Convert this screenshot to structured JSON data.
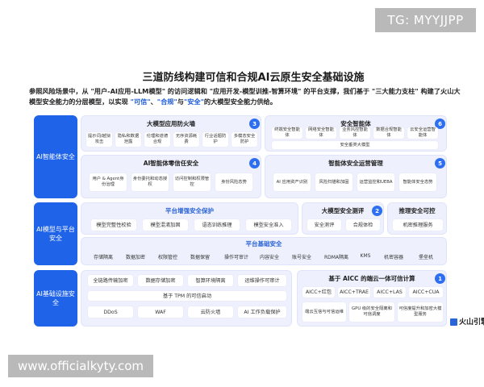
{
  "overlays": {
    "tg": "TG: MYYJJPP",
    "url": "www.officialkyty.com"
  },
  "title": "三道防线构建可信和合规AI云原生安全基础设施",
  "intro": {
    "p1": "参照风险场景中，从 \"用户-AI应用-LLM模型\" 的访问逻辑和 \"应用开发-模型训推-智算环境\" 的平台支撑，我们基于 \"三大能力支柱\" 构建了火山大模型安全能力的分层模型，以实现 ",
    "h1": "\"可信\"",
    "sep1": "、",
    "h2": "\"合规\"",
    "sep2": "与",
    "h3": "\"安全\"",
    "p2": "的大模型安全能力供给。"
  },
  "layers": [
    "AI智能体安全",
    "AI模型与平台安全",
    "AI基础设施安全"
  ],
  "boxes": {
    "b3": {
      "num": "3",
      "title": "大模型应用防火墙",
      "chips": [
        "提示词/越狱攻击",
        "隐私和数据泄露",
        "伦理和道德合规",
        "无序资源耗费",
        "行业话题防护",
        "多模态安全防护"
      ]
    },
    "b6": {
      "num": "6",
      "title": "安全智能体",
      "chips": [
        "终端安全智能体",
        "网络安全智能体",
        "业务风控智能体",
        "数据合规智能体",
        "云安全运营智能体"
      ],
      "wide": "安全垂类大模型"
    },
    "b4": {
      "num": "4",
      "title": "AI智能体零信任安全",
      "chips": [
        "用户 & Agent身份治理",
        "身份委托和动态授权",
        "访问控制和权限管控",
        "身份风险态势"
      ]
    },
    "b5": {
      "num": "5",
      "title": "智能体安全运营管理",
      "chips": [
        "AI 应用资产识别",
        "风险扫描和加固",
        "运营监控和UEBA",
        "智能体安全态势"
      ]
    },
    "platform": {
      "title": "平台增强安全保护",
      "chips": [
        "模型完整性校验",
        "模型混淆加固",
        "语态训练推理",
        "模型安全准入"
      ]
    },
    "b2": {
      "num": "2",
      "title": "大模型安全测评",
      "chips": [
        "安全测评",
        "合规体检"
      ]
    },
    "infer": {
      "title": "推理安全可控",
      "chips": [
        "机密推理服务"
      ]
    },
    "base": {
      "title": "平台基础安全",
      "items": [
        "存储隔离",
        "数据加密",
        "权限管控",
        "数据保留",
        "操作可审计",
        "内容安全",
        "账号安全",
        "RDMA隔离",
        "KMS",
        "机密容器",
        "堡垒机"
      ]
    },
    "infra": {
      "rows": [
        [
          "全链路传输加密",
          "数据存储加密",
          "智算环境隔离",
          "运维操作可审计"
        ],
        [
          "基于 TPM 的可信启动"
        ],
        [
          "DDoS",
          "WAF",
          "云防火墙",
          "AI 工作负载保护"
        ]
      ]
    },
    "b1": {
      "num": "1",
      "title": "基于 AICC 的端云一体可信计算",
      "chips": [
        "AICC+红包",
        "AICC+TRAE",
        "AICC+LAS",
        "AICC+CUA"
      ],
      "chips2": [
        "端云互信与可信运维",
        "GPU 级的安全隔离和可信调度",
        "可信度提升和加密大模型服务"
      ]
    }
  },
  "logo": "火山引擎",
  "colors": {
    "accent": "#1f63e8",
    "panel": "#eef1fd",
    "badge": "#2d6ff0"
  }
}
